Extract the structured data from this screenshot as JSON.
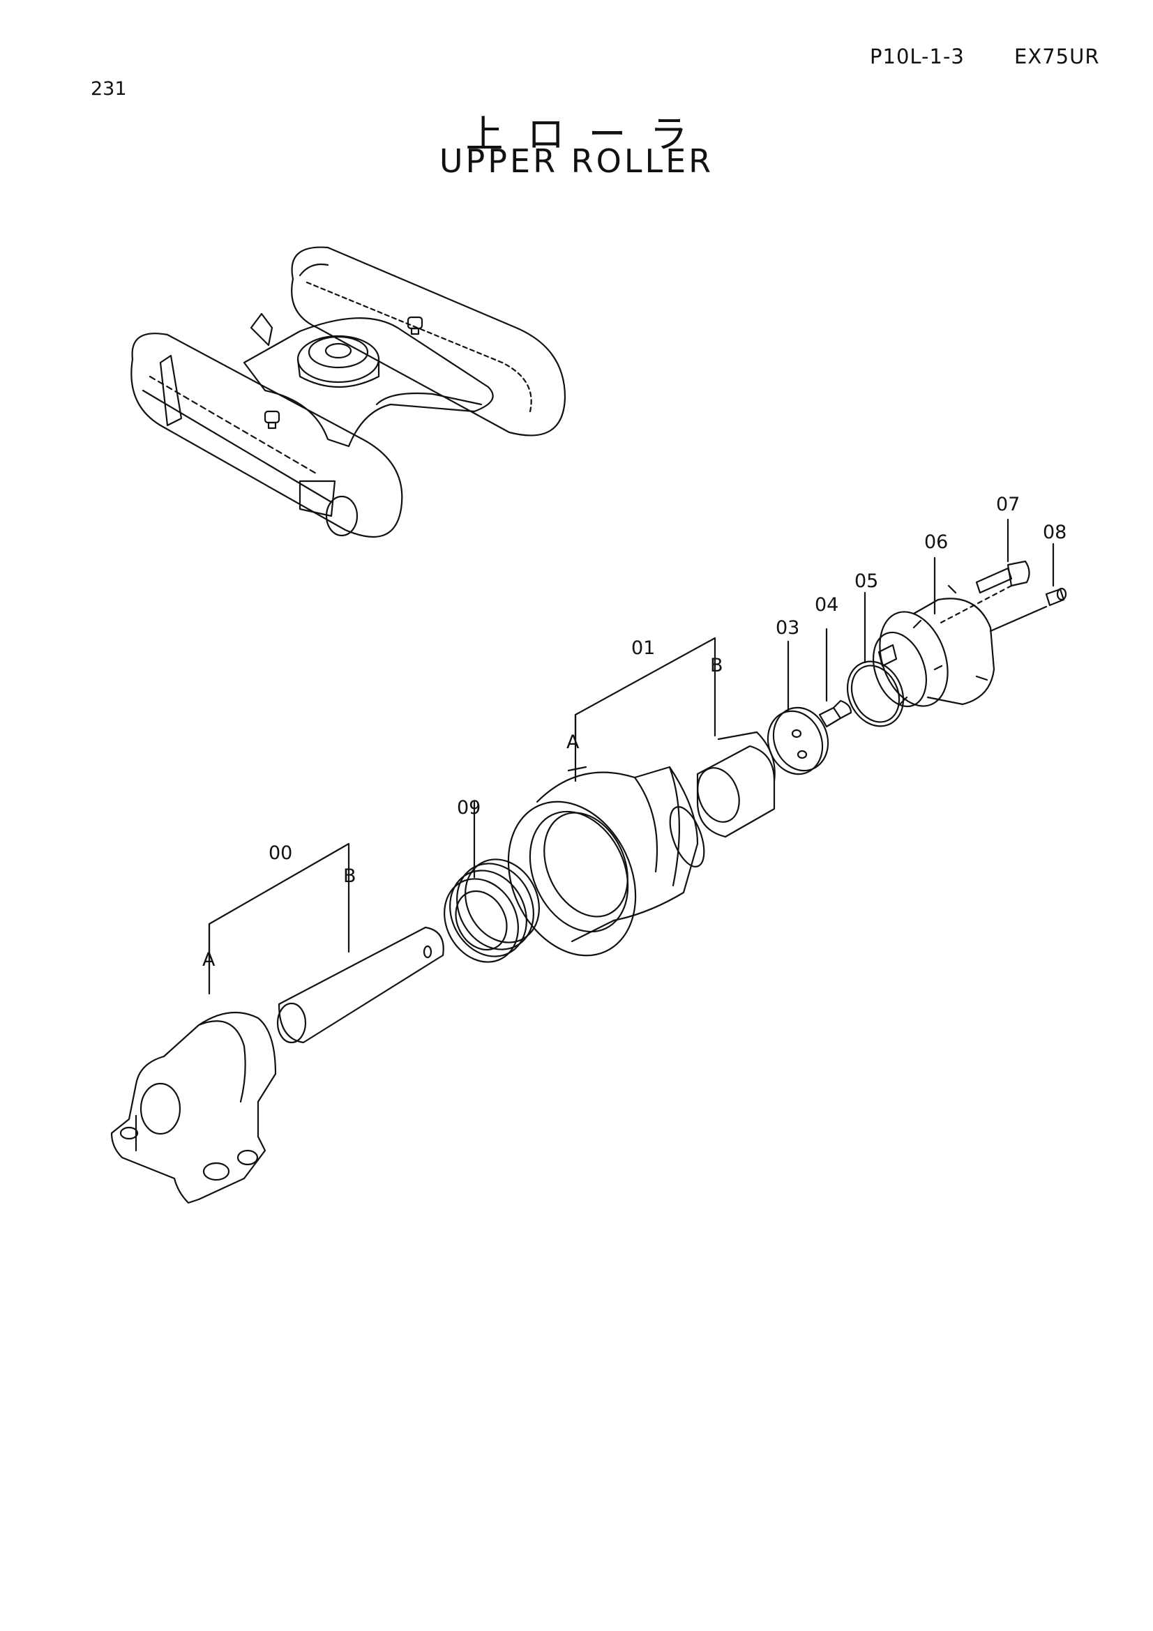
{
  "header": {
    "page_number": "231",
    "doc_code": "P10L-1-3",
    "model": "EX75UR",
    "title_jp": "上ローラ",
    "title_en": "UPPER ROLLER"
  },
  "callouts": [
    {
      "id": "c07",
      "label": "07"
    },
    {
      "id": "c08",
      "label": "08"
    },
    {
      "id": "c06",
      "label": "06"
    },
    {
      "id": "c05",
      "label": "05"
    },
    {
      "id": "c04",
      "label": "04"
    },
    {
      "id": "c03",
      "label": "03"
    },
    {
      "id": "c01",
      "label": "01"
    },
    {
      "id": "c01B",
      "label": "B"
    },
    {
      "id": "c01A",
      "label": "A"
    },
    {
      "id": "c09",
      "label": "09"
    },
    {
      "id": "c00",
      "label": "00"
    },
    {
      "id": "c00B",
      "label": "B"
    },
    {
      "id": "c00A",
      "label": "A"
    }
  ]
}
